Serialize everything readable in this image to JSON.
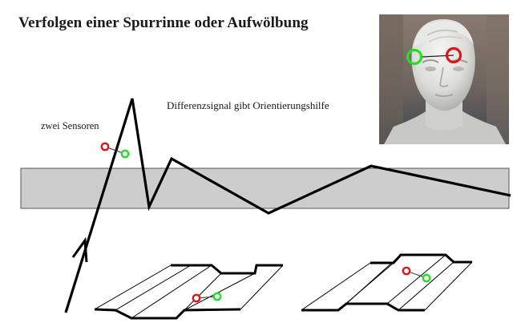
{
  "title": "Verfolgen einer Spurrinne oder  Aufwölbung",
  "labels": {
    "sensors": "zwei Sensoren",
    "signal": "Differenzsignal  gibt Orientierungshilfe"
  },
  "photo": {
    "subject": "mannequin-head-with-sensors"
  },
  "colors": {
    "sensor_red": "#d81818",
    "sensor_green": "#22e022",
    "band_fill": "#cdcdcd",
    "band_stroke": "#555555",
    "path_stroke": "#000000"
  }
}
